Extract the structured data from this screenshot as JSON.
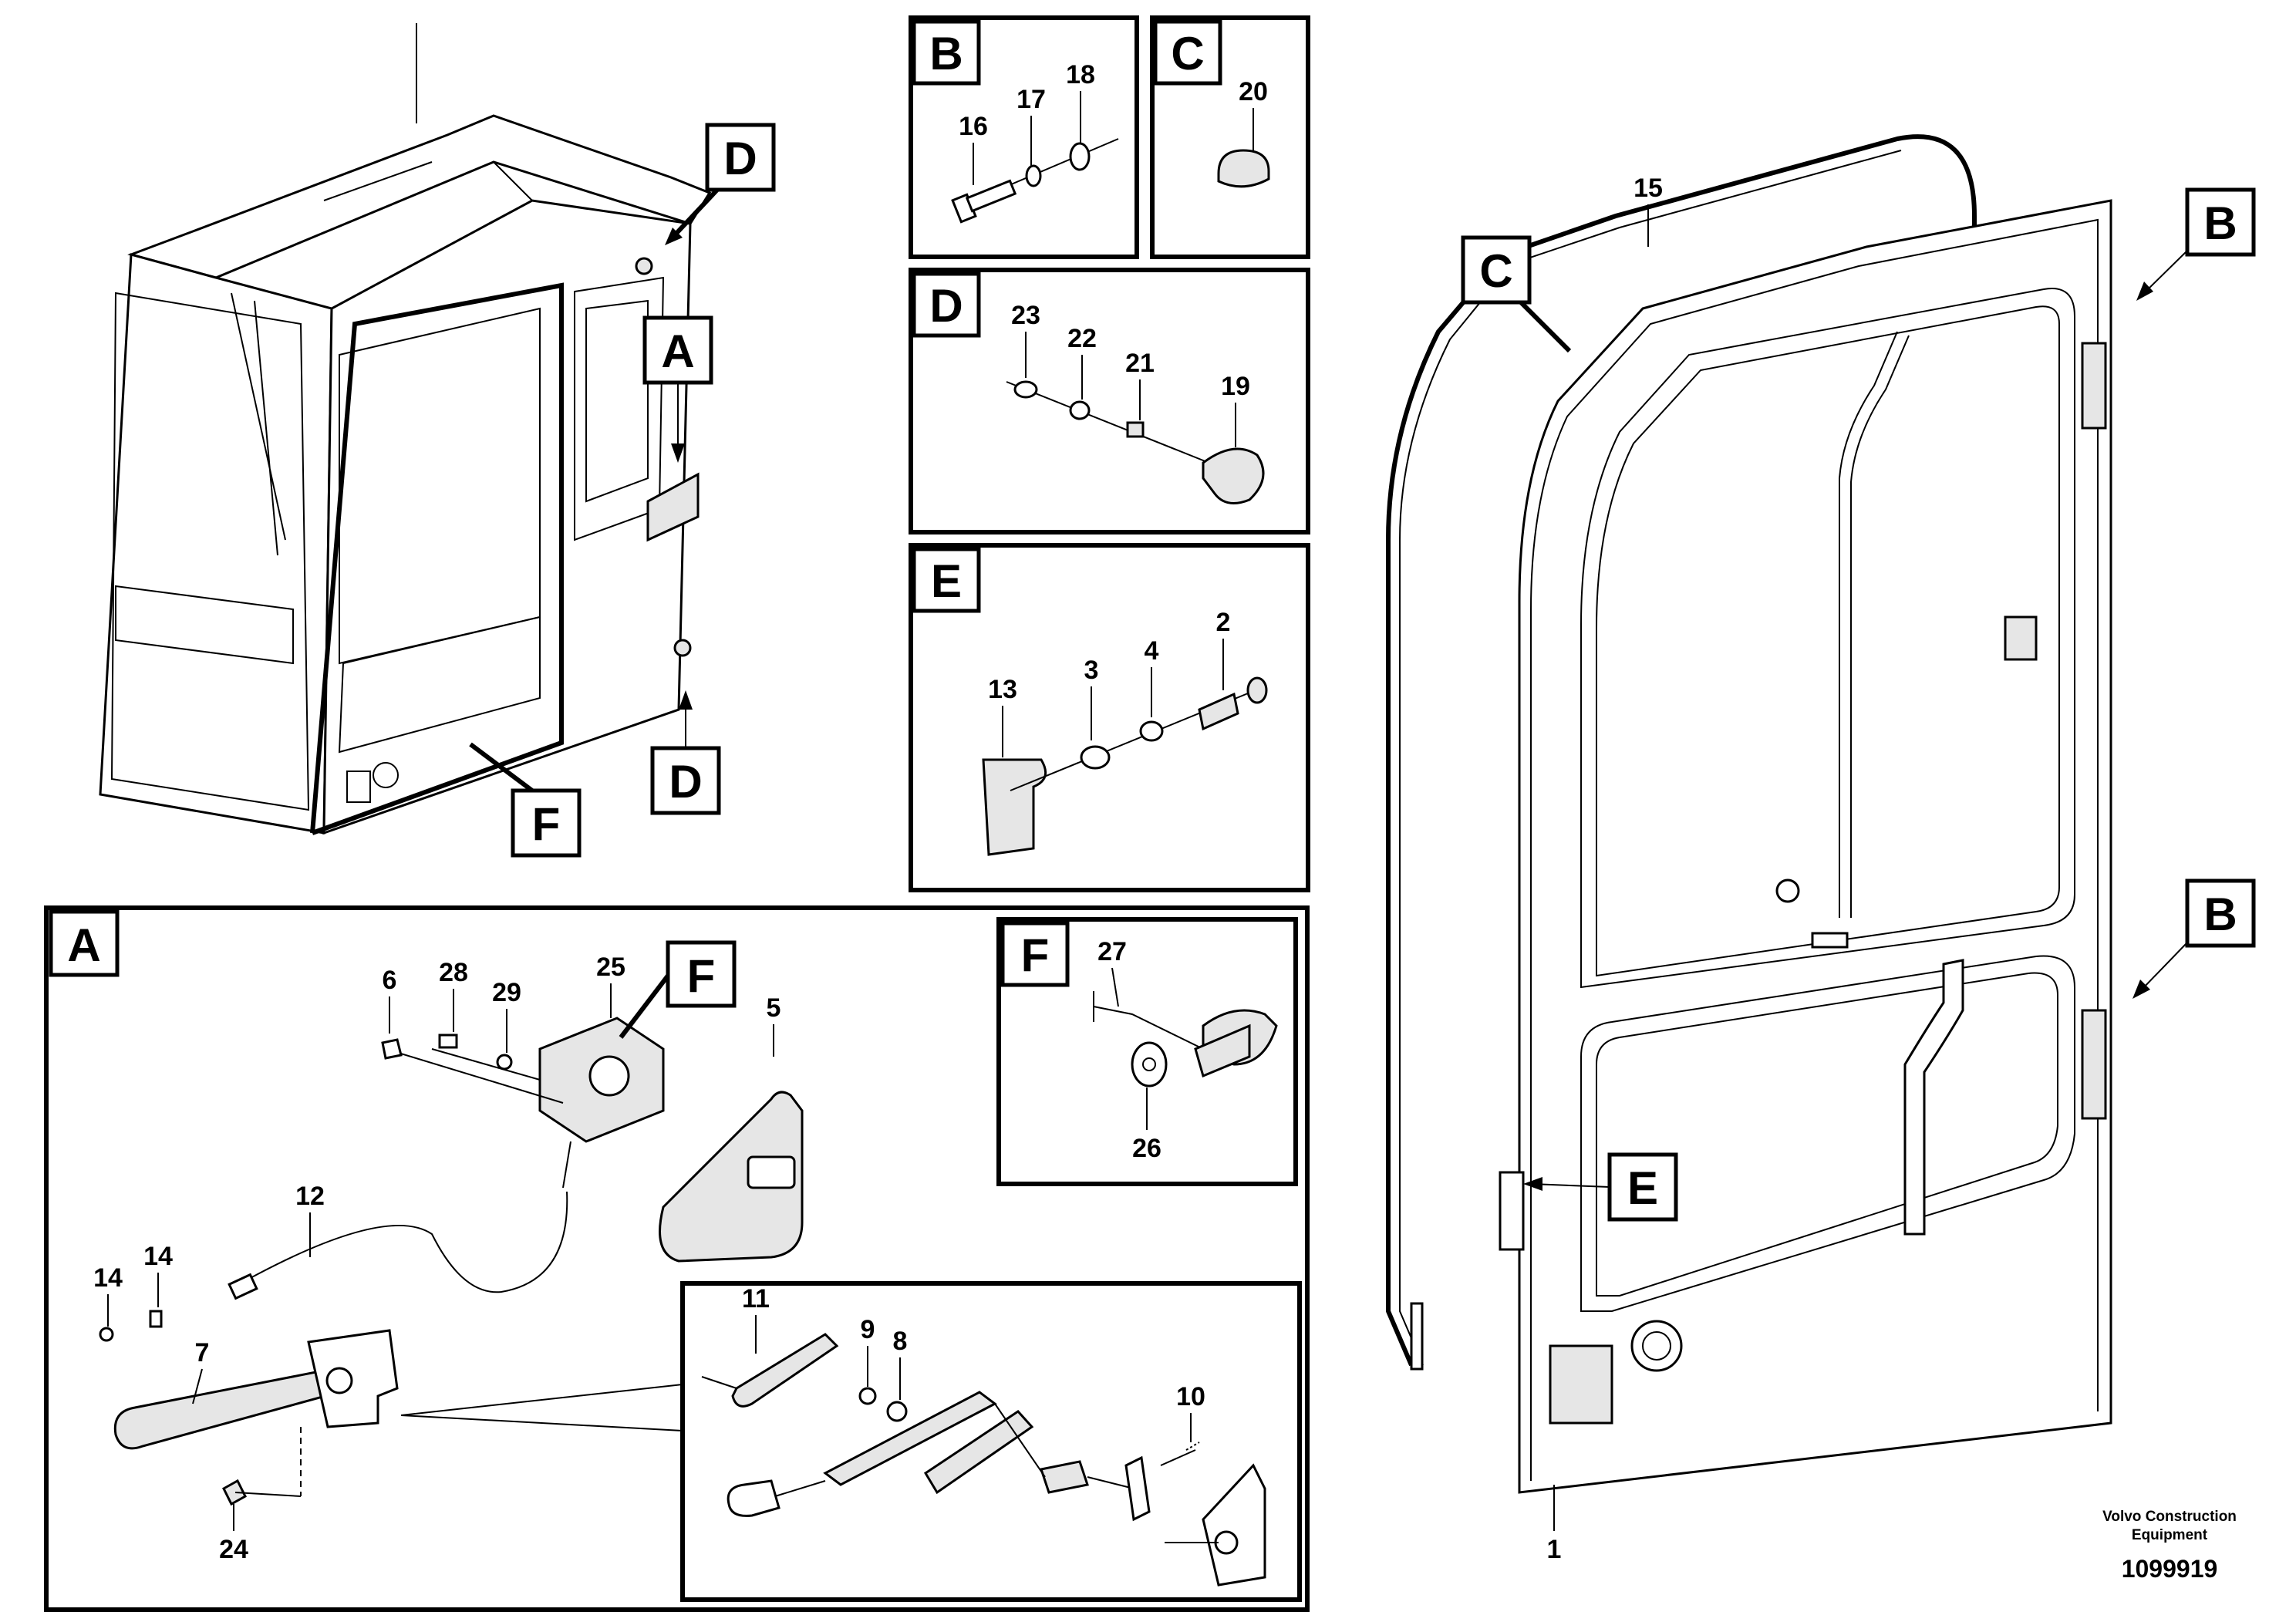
{
  "figure_id": "1099919",
  "publisher": {
    "line1": "Volvo Construction",
    "line2": "Equipment"
  },
  "view_letters": {
    "A": "A",
    "B": "B",
    "C": "C",
    "D": "D",
    "E": "E",
    "F": "F"
  },
  "parts": {
    "p1": "1",
    "p2": "2",
    "p3": "3",
    "p4": "4",
    "p5": "5",
    "p6": "6",
    "p7": "7",
    "p8": "8",
    "p9": "9",
    "p10": "10",
    "p11": "11",
    "p12": "12",
    "p13": "13",
    "p14": "14",
    "p15": "15",
    "p16": "16",
    "p17": "17",
    "p18": "18",
    "p19": "19",
    "p20": "20",
    "p21": "21",
    "p22": "22",
    "p23": "23",
    "p24": "24",
    "p25": "25",
    "p26": "26",
    "p27": "27",
    "p28": "28",
    "p29": "29"
  }
}
